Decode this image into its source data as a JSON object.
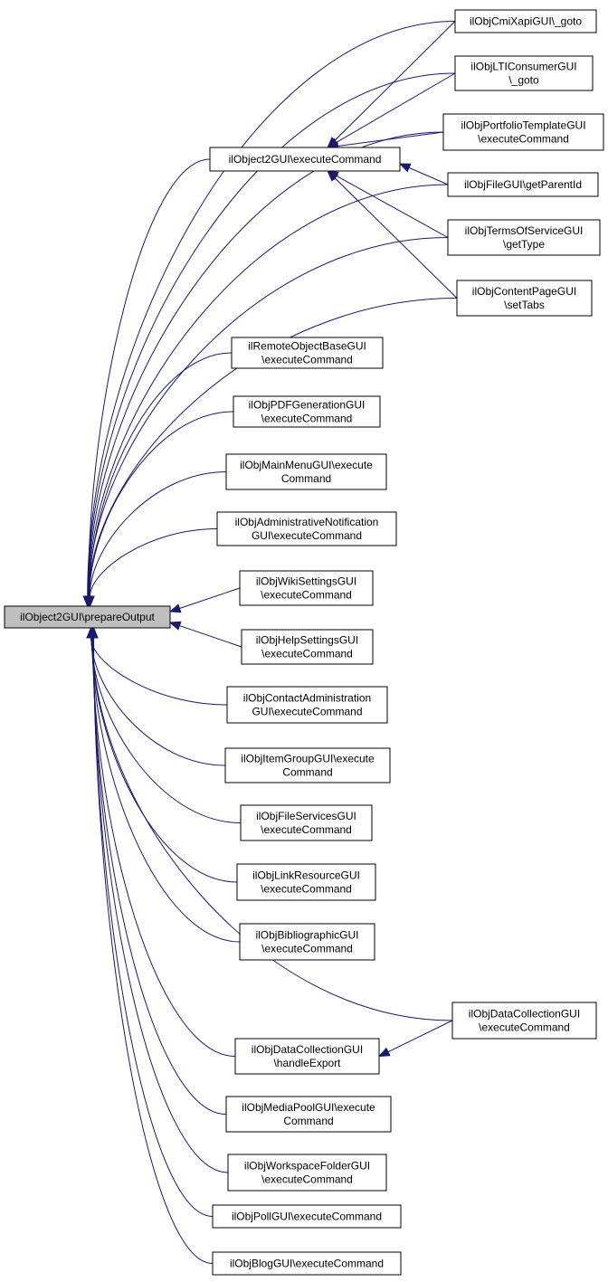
{
  "colors": {
    "edge": "#191970",
    "root_fill": "#bfbfbf",
    "node_fill": "#ffffff",
    "border": "#000000"
  },
  "nodes": {
    "root": {
      "lines": [
        "ilObject2GUI\\prepareOutput"
      ]
    },
    "o2_exec": {
      "lines": [
        "ilObject2GUI\\executeCommand"
      ]
    },
    "cmi": {
      "lines": [
        "ilObjCmiXapiGUI\\_goto"
      ]
    },
    "lti": {
      "lines": [
        "ilObjLTIConsumerGUI",
        "\\_goto"
      ]
    },
    "portfolio": {
      "lines": [
        "ilObjPortfolioTemplateGUI",
        "\\executeCommand"
      ]
    },
    "file": {
      "lines": [
        "ilObjFileGUI\\getParentId"
      ]
    },
    "terms": {
      "lines": [
        "ilObjTermsOfServiceGUI",
        "\\getType"
      ]
    },
    "content": {
      "lines": [
        "ilObjContentPageGUI",
        "\\setTabs"
      ]
    },
    "remote": {
      "lines": [
        "ilRemoteObjectBaseGUI",
        "\\executeCommand"
      ]
    },
    "pdf": {
      "lines": [
        "ilObjPDFGenerationGUI",
        "\\executeCommand"
      ]
    },
    "mainmenu": {
      "lines": [
        "ilObjMainMenuGUI\\execute",
        "Command"
      ]
    },
    "adminnotif": {
      "lines": [
        "ilObjAdministrativeNotification",
        "GUI\\executeCommand"
      ]
    },
    "wiki": {
      "lines": [
        "ilObjWikiSettingsGUI",
        "\\executeCommand"
      ]
    },
    "help": {
      "lines": [
        "ilObjHelpSettingsGUI",
        "\\executeCommand"
      ]
    },
    "contact": {
      "lines": [
        "ilObjContactAdministration",
        "GUI\\executeCommand"
      ]
    },
    "itemgroup": {
      "lines": [
        "ilObjItemGroupGUI\\execute",
        "Command"
      ]
    },
    "fileservices": {
      "lines": [
        "ilObjFileServicesGUI",
        "\\executeCommand"
      ]
    },
    "link": {
      "lines": [
        "ilObjLinkResourceGUI",
        "\\executeCommand"
      ]
    },
    "biblio": {
      "lines": [
        "ilObjBibliographicGUI",
        "\\executeCommand"
      ]
    },
    "datacoll_exp": {
      "lines": [
        "ilObjDataCollectionGUI",
        "\\handleExport"
      ]
    },
    "datacoll_exec": {
      "lines": [
        "ilObjDataCollectionGUI",
        "\\executeCommand"
      ]
    },
    "mediapool": {
      "lines": [
        "ilObjMediaPoolGUI\\execute",
        "Command"
      ]
    },
    "workspace": {
      "lines": [
        "ilObjWorkspaceFolderGUI",
        "\\executeCommand"
      ]
    },
    "poll": {
      "lines": [
        "ilObjPollGUI\\executeCommand"
      ]
    },
    "blog": {
      "lines": [
        "ilObjBlogGUI\\executeCommand"
      ]
    }
  },
  "edges": [
    {
      "from": "o2_exec",
      "to": "root"
    },
    {
      "from": "cmi",
      "to": "root"
    },
    {
      "from": "lti",
      "to": "root"
    },
    {
      "from": "portfolio",
      "to": "root"
    },
    {
      "from": "file",
      "to": "root"
    },
    {
      "from": "terms",
      "to": "root"
    },
    {
      "from": "content",
      "to": "root"
    },
    {
      "from": "remote",
      "to": "root"
    },
    {
      "from": "pdf",
      "to": "root"
    },
    {
      "from": "mainmenu",
      "to": "root"
    },
    {
      "from": "adminnotif",
      "to": "root"
    },
    {
      "from": "wiki",
      "to": "root"
    },
    {
      "from": "help",
      "to": "root"
    },
    {
      "from": "contact",
      "to": "root"
    },
    {
      "from": "itemgroup",
      "to": "root"
    },
    {
      "from": "fileservices",
      "to": "root"
    },
    {
      "from": "link",
      "to": "root"
    },
    {
      "from": "biblio",
      "to": "root"
    },
    {
      "from": "datacoll_exp",
      "to": "root"
    },
    {
      "from": "datacoll_exec",
      "to": "root"
    },
    {
      "from": "mediapool",
      "to": "root"
    },
    {
      "from": "workspace",
      "to": "root"
    },
    {
      "from": "poll",
      "to": "root"
    },
    {
      "from": "blog",
      "to": "root"
    },
    {
      "from": "cmi",
      "to": "o2_exec"
    },
    {
      "from": "lti",
      "to": "o2_exec"
    },
    {
      "from": "portfolio",
      "to": "o2_exec"
    },
    {
      "from": "file",
      "to": "o2_exec"
    },
    {
      "from": "terms",
      "to": "o2_exec"
    },
    {
      "from": "content",
      "to": "o2_exec"
    },
    {
      "from": "datacoll_exec",
      "to": "datacoll_exp"
    }
  ]
}
